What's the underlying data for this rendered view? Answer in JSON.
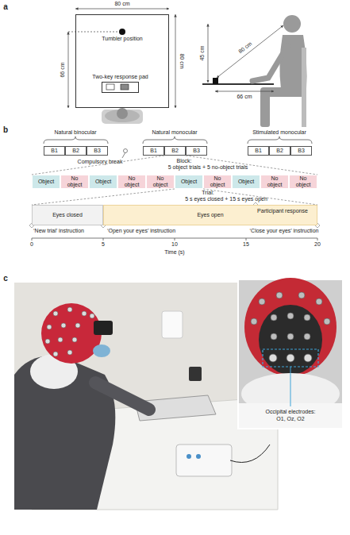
{
  "diagram": {
    "nodes": [
      {
        "text": [
          "Tumbler position"
        ]
      },
      {
        "text": [
          "Two-key response pad"
        ],
        "in": 0
      },
      {
        "text": [
          "B1"
        ]
      },
      {
        "text": [
          "B2"
        ]
      },
      {
        "text": [
          "B3"
        ]
      },
      {
        "text": [
          "B1"
        ]
      },
      {
        "text": [
          "B2"
        ]
      },
      {
        "text": [
          "B3"
        ]
      },
      {
        "text": [
          "B1"
        ]
      },
      {
        "text": [
          "B2"
        ]
      },
      {
        "text": [
          "B3"
        ]
      },
      {
        "text": [
          "Object"
        ]
      },
      {
        "text": [
          "No object"
        ]
      },
      {
        "text": [
          "Object"
        ]
      },
      {
        "text": [
          "No object"
        ]
      },
      {
        "text": [
          "No object"
        ]
      },
      {
        "text": [
          "Object"
        ]
      },
      {
        "text": [
          "No object"
        ]
      },
      {
        "text": [
          "Object"
        ]
      },
      {
        "text": [
          "No object"
        ]
      },
      {
        "text": [
          "No object"
        ]
      },
      {
        "text": [
          "Eyes closed"
        ]
      },
      {
        "text": [
          "Eyes open"
        ]
      }
    ],
    "edges": [
      {
        "from": 6,
        "to": 11,
        "arrow": "none"
      },
      {
        "from": 6,
        "to": 20,
        "arrow": "none"
      },
      {
        "from": 16,
        "to": 21,
        "arrow": "none"
      },
      {
        "from": 16,
        "to": 22,
        "arrow": "none"
      }
    ],
    "labels": [
      "a",
      "80 cm",
      "80 cm",
      "66 cm",
      "45 cm",
      "80 cm",
      "66 cm",
      "b",
      "Natural binocular",
      "Natural monocular",
      "Stimulated monocular",
      "Compulsory break",
      "Block:",
      "5 object trials + 5 no-object trials",
      "Trial:",
      "5 s eyes closed + 15 s eyes open",
      "Participant response",
      "‘New trial’ instruction",
      "‘Open your eyes’ instruction",
      "‘Close your eyes’ instruction",
      "0",
      "5",
      "10",
      "15",
      "20",
      "Time (s)",
      "c",
      "Occipital electrodes:",
      "O1, Oz, O2"
    ]
  }
}
